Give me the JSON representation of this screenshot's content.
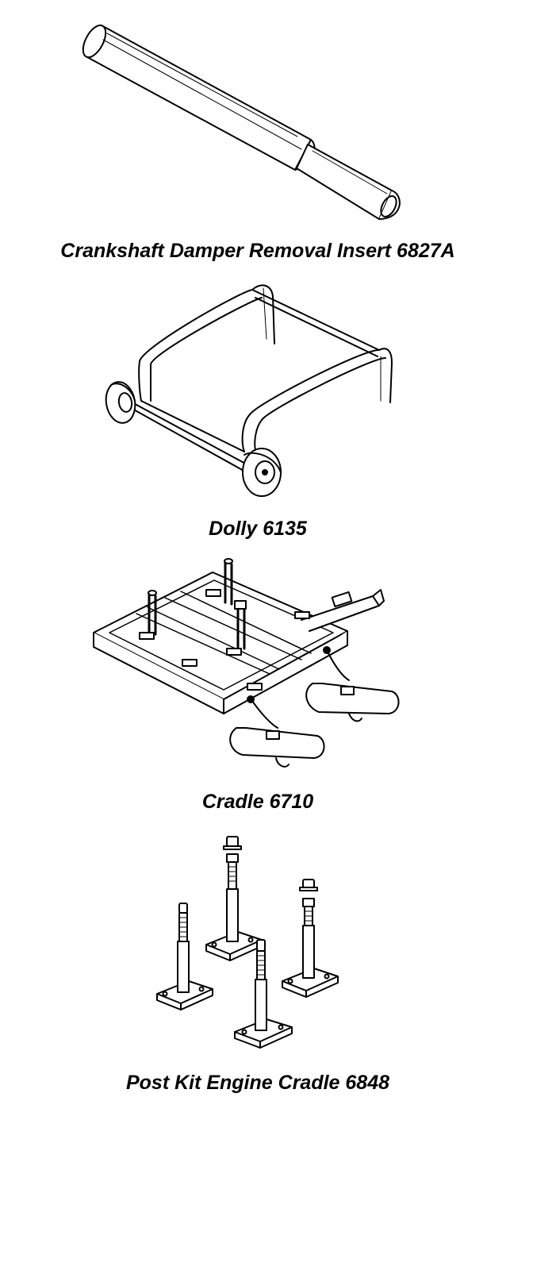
{
  "figures": [
    {
      "caption": "Crankshaft Damper Removal Insert 6827A",
      "illustration": "crankshaft-damper-removal-insert"
    },
    {
      "caption": "Dolly 6135",
      "illustration": "dolly"
    },
    {
      "caption": "Cradle 6710",
      "illustration": "engine-cradle"
    },
    {
      "caption": "Post Kit Engine Cradle 6848",
      "illustration": "post-kit"
    }
  ],
  "colors": {
    "line": "#000000",
    "background": "#ffffff"
  }
}
